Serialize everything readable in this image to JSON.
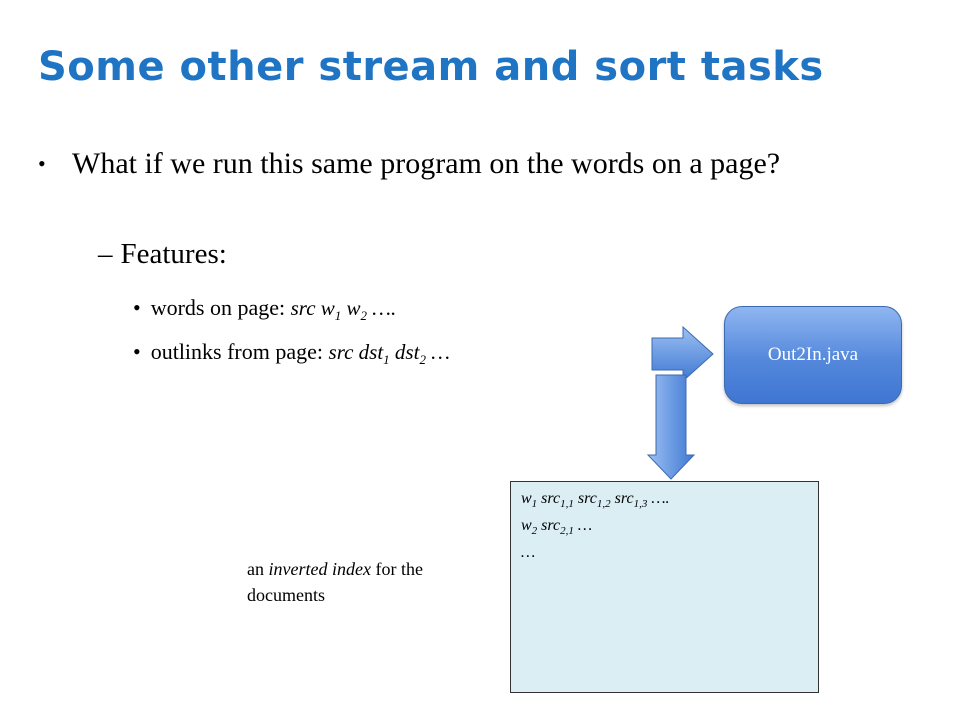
{
  "slide": {
    "title": "Some other stream and sort tasks",
    "bullet_main": "What if we run this same program on the words on a page?",
    "sub_dash": "–",
    "sub_heading": "Features:",
    "bullet_symbol": "•",
    "feature_words": {
      "label": "words on page:",
      "src": "src w",
      "w1_sub": "1",
      "w2": " w",
      "w2_sub": "2",
      "tail": " …."
    },
    "feature_outlinks": {
      "label": "outlinks from page:",
      "src": "src dst",
      "d1_sub": "1",
      "d2": " dst",
      "d2_sub": "2",
      "tail": " …"
    },
    "program_box": "Out2In.java",
    "index_box": {
      "line1": {
        "w": "w",
        "w_sub": "1",
        "s": " src",
        "s1_sub": "1,1",
        "s2": " src",
        "s2_sub": "1,2",
        "s3": " src",
        "s3_sub": "1,3",
        "tail": " …."
      },
      "line2": {
        "w": "w",
        "w_sub": "2",
        "s": " src",
        "s1_sub": "2,1",
        "tail": " …"
      },
      "line3": "…"
    },
    "caption": {
      "pre": "an ",
      "em": "inverted index",
      "post": " for the documents"
    }
  }
}
